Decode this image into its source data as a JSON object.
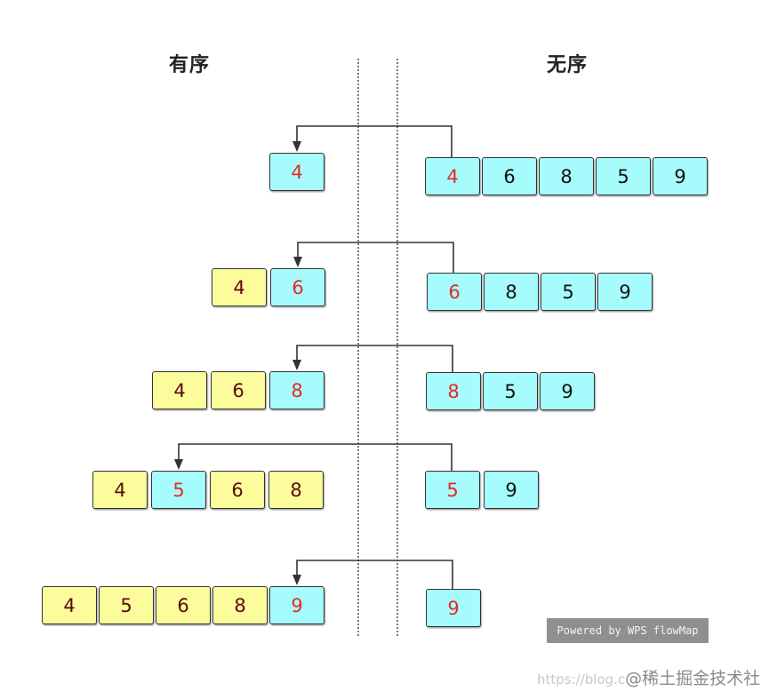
{
  "headings": {
    "ordered": "有序",
    "unordered": "无序"
  },
  "rows": [
    {
      "ordered": [
        {
          "value": "4",
          "color": "cyan",
          "moved": true
        }
      ],
      "unordered": [
        {
          "value": "4",
          "color": "cyan",
          "moved": true
        },
        {
          "value": "6",
          "color": "cyan",
          "moved": false
        },
        {
          "value": "8",
          "color": "cyan",
          "moved": false
        },
        {
          "value": "5",
          "color": "cyan",
          "moved": false
        },
        {
          "value": "9",
          "color": "cyan",
          "moved": false
        }
      ]
    },
    {
      "ordered": [
        {
          "value": "4",
          "color": "yellow",
          "moved": false
        },
        {
          "value": "6",
          "color": "cyan",
          "moved": true
        }
      ],
      "unordered": [
        {
          "value": "6",
          "color": "cyan",
          "moved": true
        },
        {
          "value": "8",
          "color": "cyan",
          "moved": false
        },
        {
          "value": "5",
          "color": "cyan",
          "moved": false
        },
        {
          "value": "9",
          "color": "cyan",
          "moved": false
        }
      ]
    },
    {
      "ordered": [
        {
          "value": "4",
          "color": "yellow",
          "moved": false
        },
        {
          "value": "6",
          "color": "yellow",
          "moved": false
        },
        {
          "value": "8",
          "color": "cyan",
          "moved": true
        }
      ],
      "unordered": [
        {
          "value": "8",
          "color": "cyan",
          "moved": true
        },
        {
          "value": "5",
          "color": "cyan",
          "moved": false
        },
        {
          "value": "9",
          "color": "cyan",
          "moved": false
        }
      ]
    },
    {
      "ordered": [
        {
          "value": "4",
          "color": "yellow",
          "moved": false
        },
        {
          "value": "5",
          "color": "cyan",
          "moved": true
        },
        {
          "value": "6",
          "color": "yellow",
          "moved": false
        },
        {
          "value": "8",
          "color": "yellow",
          "moved": false
        }
      ],
      "unordered": [
        {
          "value": "5",
          "color": "cyan",
          "moved": true
        },
        {
          "value": "9",
          "color": "cyan",
          "moved": false
        }
      ]
    },
    {
      "ordered": [
        {
          "value": "4",
          "color": "yellow",
          "moved": false
        },
        {
          "value": "5",
          "color": "yellow",
          "moved": false
        },
        {
          "value": "6",
          "color": "yellow",
          "moved": false
        },
        {
          "value": "8",
          "color": "yellow",
          "moved": false
        },
        {
          "value": "9",
          "color": "cyan",
          "moved": true
        }
      ],
      "unordered": [
        {
          "value": "9",
          "color": "cyan",
          "moved": true
        }
      ]
    }
  ],
  "colors": {
    "cyan": "#a6fcfc",
    "yellow": "#fcfc9c",
    "moved_text": "#e82828",
    "ordered_text": "#5a0a0a",
    "line": "#333333"
  },
  "watermark": "Powered by WPS flowMap",
  "footer": {
    "url": "https://blog.c",
    "brand": "@稀土掘金技术社区"
  }
}
